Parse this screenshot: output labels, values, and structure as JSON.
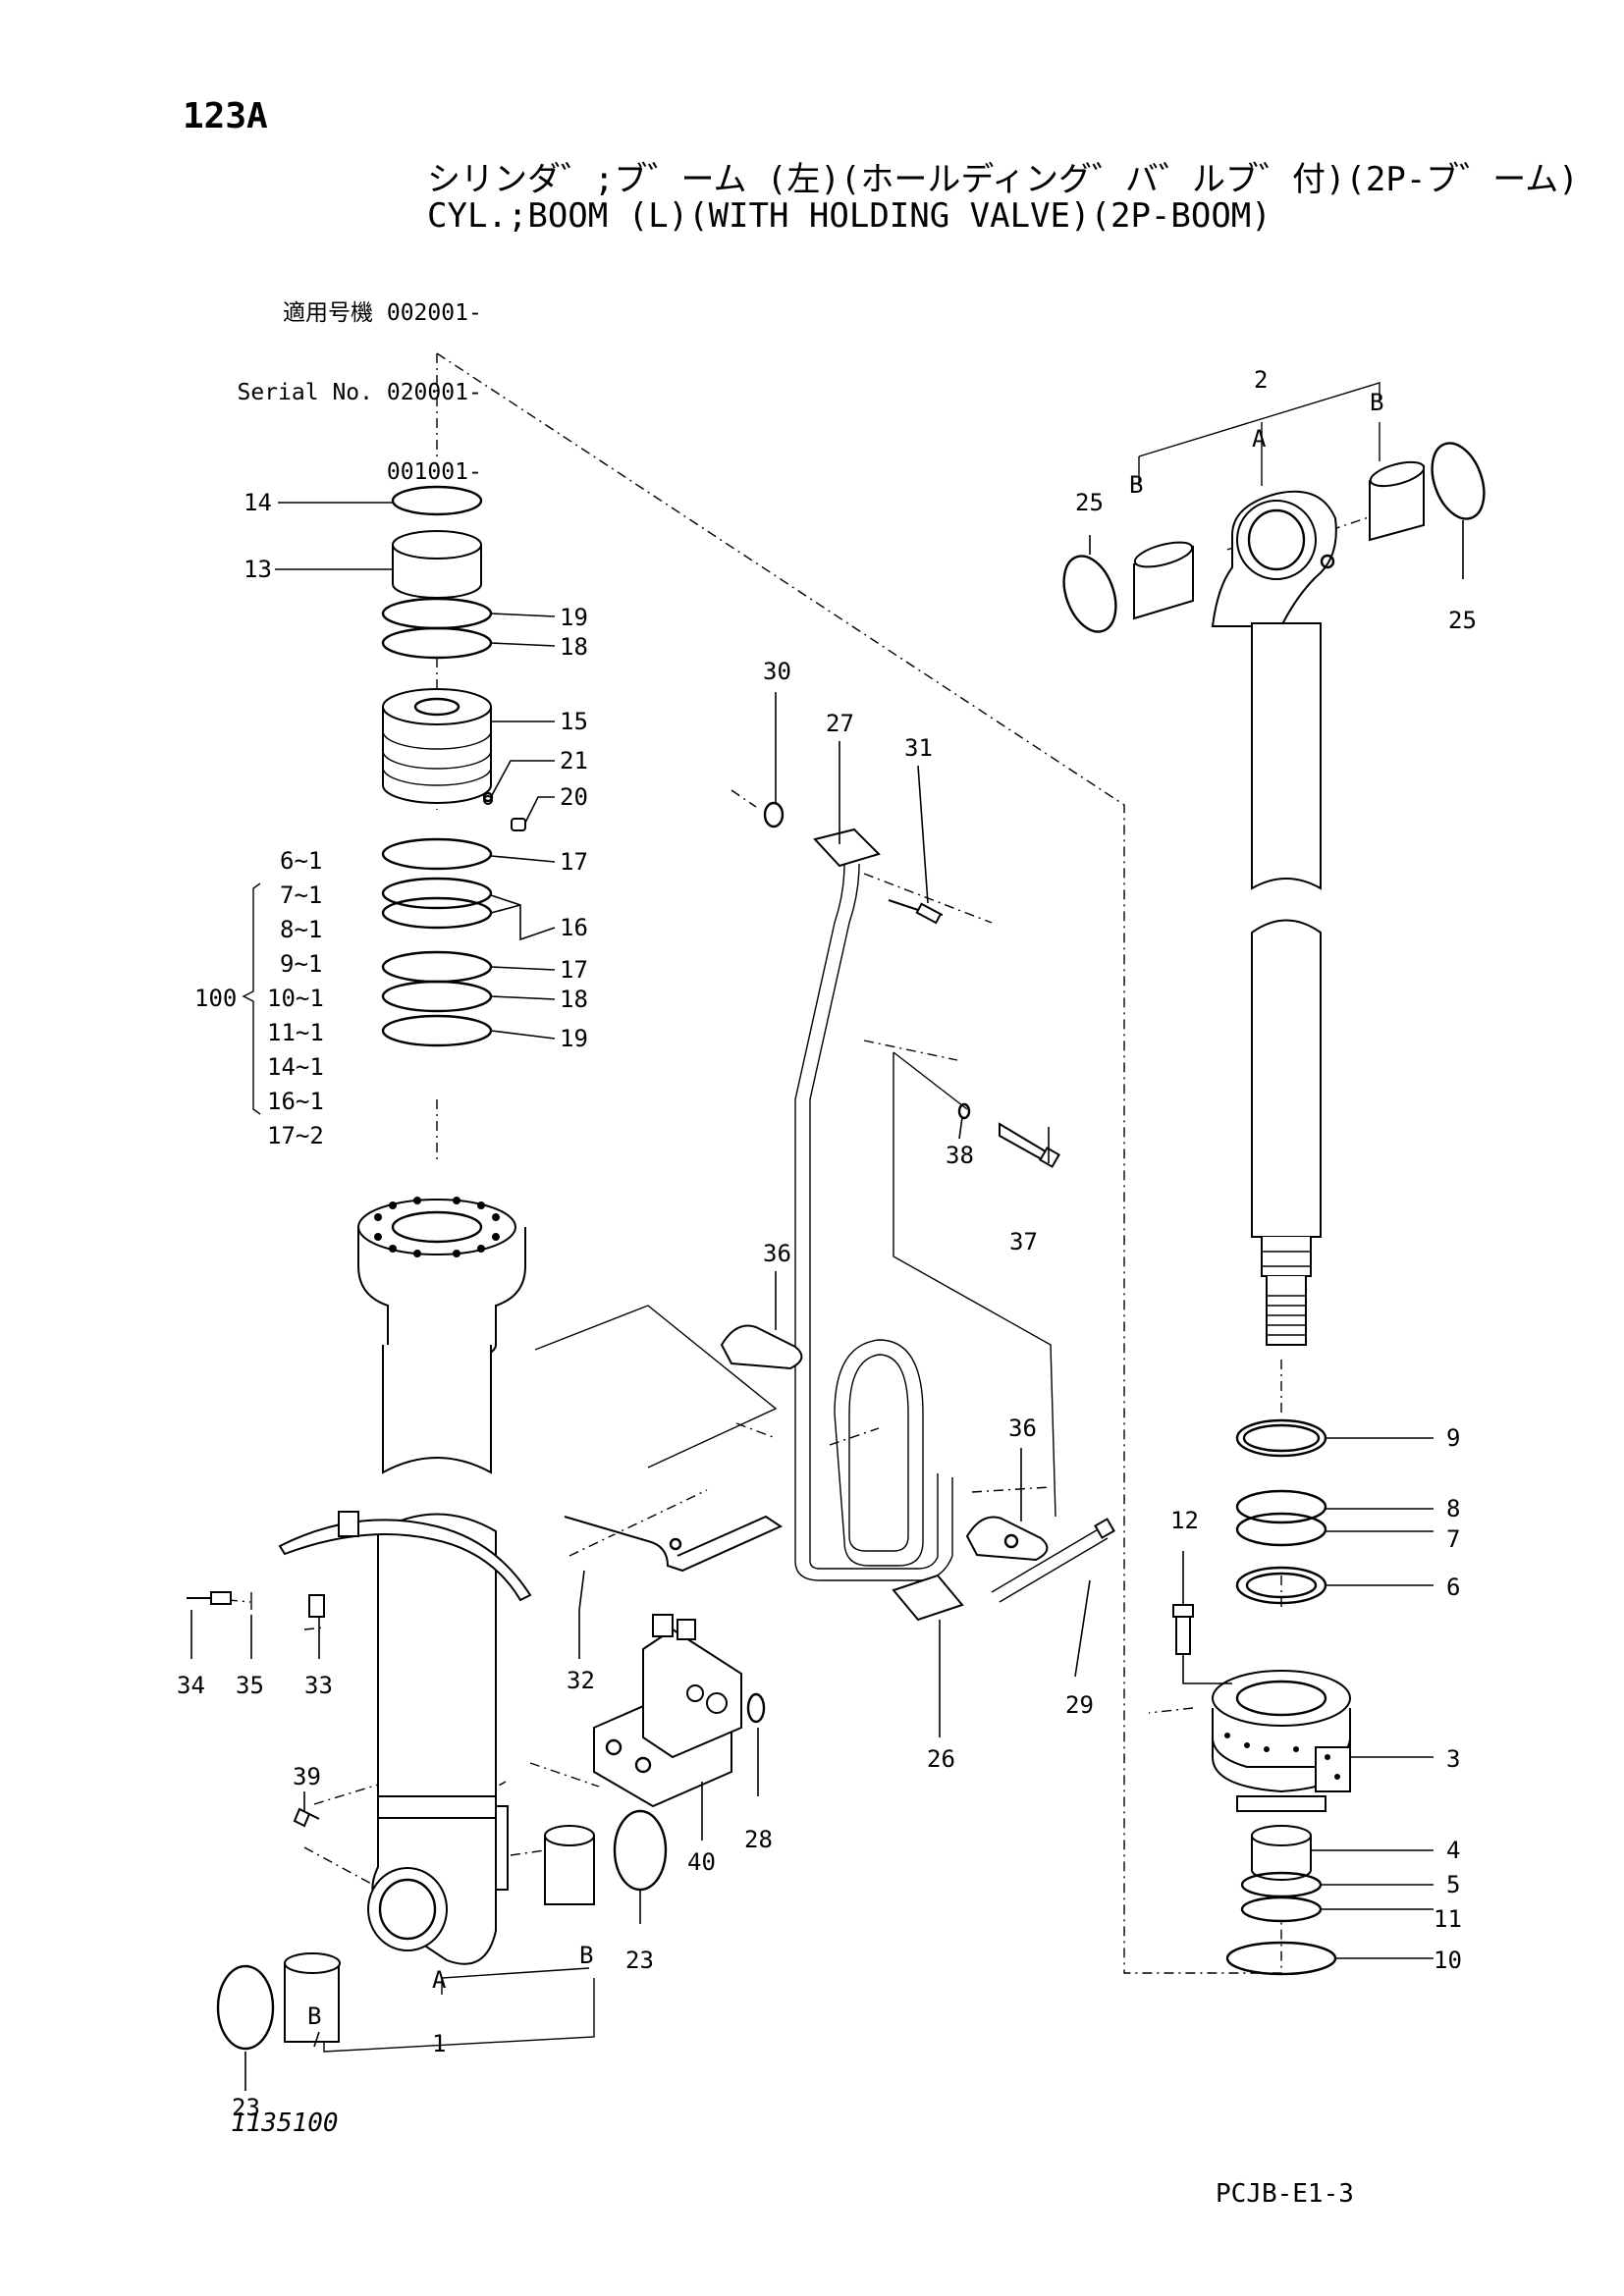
{
  "header": {
    "page_no": "123A",
    "title_jp": "シリンダ゛;ブ゛ーム (左)(ホールディング゛バ゛ルブ゛付)(2P-ブ゛ーム)",
    "title_en": "CYL.;BOOM (L)(WITH HOLDING VALVE)(2P-BOOM)",
    "applicable_label": "適用号機",
    "serial_label": "Serial No.",
    "serials": [
      "002001-",
      "020001-",
      "001001-"
    ]
  },
  "callouts": {
    "c1": "1",
    "c2": "2",
    "c3": "3",
    "c4": "4",
    "c5": "5",
    "c6": "6",
    "c7": "7",
    "c8": "8",
    "c9": "9",
    "c10": "10",
    "c11": "11",
    "c12": "12",
    "c13": "13",
    "c14": "14",
    "c15": "15",
    "c16": "16",
    "c17a": "17",
    "c17b": "17",
    "c18a": "18",
    "c18b": "18",
    "c19a": "19",
    "c19b": "19",
    "c20": "20",
    "c21": "21",
    "c23a": "23",
    "c23b": "23",
    "c25a": "25",
    "c25b": "25",
    "c26": "26",
    "c27": "27",
    "c28": "28",
    "c29": "29",
    "c30": "30",
    "c31": "31",
    "c32": "32",
    "c33": "33",
    "c34": "34",
    "c35": "35",
    "c36a": "36",
    "c36b": "36",
    "c37": "37",
    "c38": "38",
    "c39": "39",
    "c40": "40",
    "a1": "A",
    "a2": "A",
    "b1": "B",
    "b2": "B",
    "b3": "B",
    "b4": "B"
  },
  "kit": {
    "number": "100",
    "items": [
      "6~1",
      "7~1",
      "8~1",
      "9~1",
      "10~1",
      "11~1",
      "14~1",
      "16~1",
      "17~2"
    ]
  },
  "footer": {
    "figure_no": "1135100",
    "page_code": "PCJB-E1-3"
  }
}
